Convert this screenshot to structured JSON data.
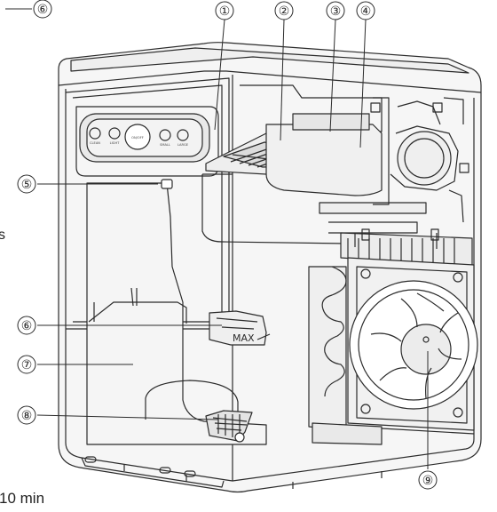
{
  "callouts": [
    {
      "id": "c1",
      "number": "①"
    },
    {
      "id": "c2",
      "number": "②"
    },
    {
      "id": "c3",
      "number": "③"
    },
    {
      "id": "c4",
      "number": "④"
    },
    {
      "id": "c5",
      "number": "⑤"
    },
    {
      "id": "c6top",
      "number": "⑥"
    },
    {
      "id": "c6",
      "number": "⑥"
    },
    {
      "id": "c7",
      "number": "⑦"
    },
    {
      "id": "c8",
      "number": "⑧"
    },
    {
      "id": "c9",
      "number": "⑨"
    }
  ],
  "panel_buttons": [
    {
      "label": "CLEAN"
    },
    {
      "label": "LIGHT"
    },
    {
      "label": "ON/OFF"
    },
    {
      "label": "SMALL"
    },
    {
      "label": "LARGE"
    }
  ],
  "max_mark": "MAX",
  "cropped_text": {
    "left_s": "s",
    "bottom_min": "10 min"
  },
  "colors": {
    "line": "#2b2b2b",
    "body_fill": "#f4f4f4",
    "panel_fill": "#e9e9e9"
  }
}
